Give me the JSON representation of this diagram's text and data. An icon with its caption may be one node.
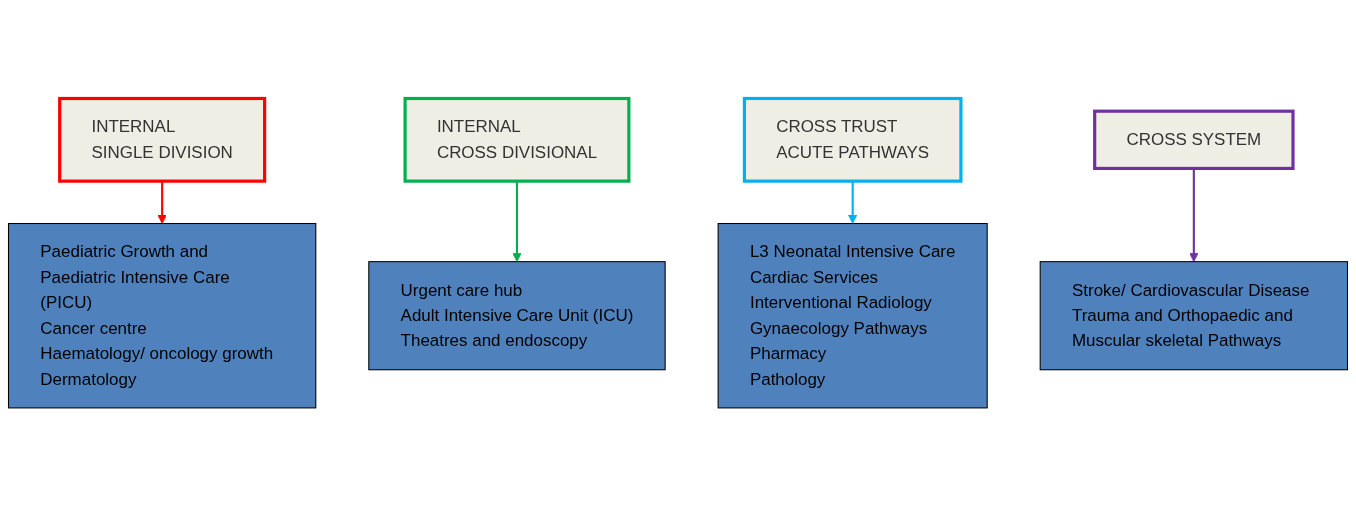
{
  "diagram": {
    "nodes": [
      {
        "text": [
          "INTERNAL",
          "SINGLE DIVISION"
        ]
      },
      {
        "text": [
          "Paediatric Growth and Paediatric Intensive Care (PICU)",
          "Cancer centre",
          "Haematology/ oncology growth",
          "Dermatology"
        ]
      },
      {
        "text": [
          "INTERNAL",
          "CROSS DIVISIONAL"
        ]
      },
      {
        "text": [
          "Urgent care hub",
          "Adult Intensive Care Unit (ICU)",
          "Theatres and endoscopy"
        ]
      },
      {
        "text": [
          "CROSS TRUST",
          "ACUTE PATHWAYS"
        ]
      },
      {
        "text": [
          "L3 Neonatal Intensive Care",
          "Cardiac Services",
          "Interventional Radiology",
          "Gynaecology Pathways",
          "Pharmacy",
          "Pathology"
        ]
      },
      {
        "text": [
          "CROSS SYSTEM"
        ]
      },
      {
        "text": [
          "Stroke/ Cardiovascular Disease",
          "Trauma and Orthopaedic and Muscular skeletal Pathways"
        ]
      }
    ],
    "edges": [
      {
        "from": 0,
        "to": 1,
        "arrow": "to",
        "color": "#ff0000"
      },
      {
        "from": 2,
        "to": 3,
        "arrow": "to",
        "color": "#00b050"
      },
      {
        "from": 4,
        "to": 5,
        "arrow": "to",
        "color": "#00b0f0"
      },
      {
        "from": 6,
        "to": 7,
        "arrow": "to",
        "color": "#7030a0"
      }
    ]
  }
}
